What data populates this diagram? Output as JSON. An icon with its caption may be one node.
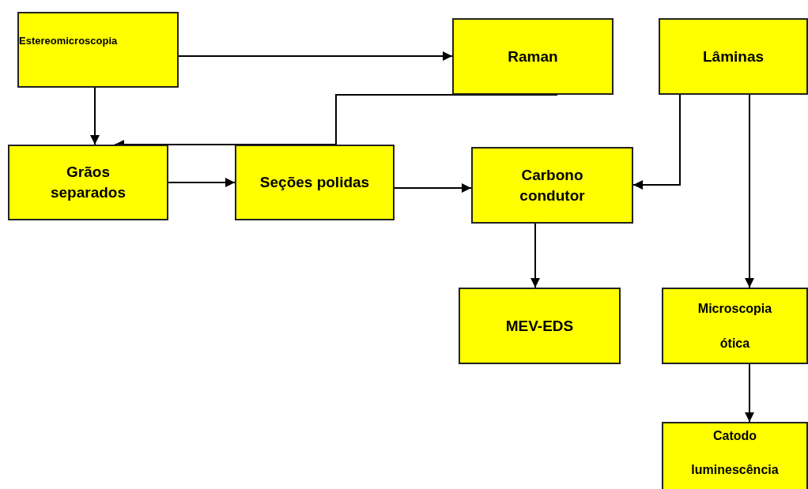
{
  "diagram": {
    "nodes": [
      {
        "text": [
          "Estereomicroscopia"
        ]
      },
      {
        "text": [
          "Raman"
        ]
      },
      {
        "text": [
          "Lâminas"
        ]
      },
      {
        "text": [
          "Grãos separados"
        ]
      },
      {
        "text": [
          "Seções polidas"
        ]
      },
      {
        "text": [
          "Carbono condutor"
        ]
      },
      {
        "text": [
          "MEV-EDS"
        ]
      },
      {
        "text": [
          "Microscopia ótica"
        ]
      },
      {
        "text": [
          "Catodo luminescência"
        ]
      }
    ],
    "edges": [
      {
        "from": 0,
        "to": 1,
        "arrow": "to"
      },
      {
        "from": 0,
        "to": 3,
        "arrow": "to"
      },
      {
        "from": 1,
        "to": 3,
        "arrow": "to"
      },
      {
        "from": 3,
        "to": 4,
        "arrow": "to"
      },
      {
        "from": 4,
        "to": 5,
        "arrow": "to"
      },
      {
        "from": 2,
        "to": 5,
        "arrow": "to"
      },
      {
        "from": 2,
        "to": 7,
        "arrow": "to"
      },
      {
        "from": 5,
        "to": 6,
        "arrow": "to"
      },
      {
        "from": 7,
        "to": 8,
        "arrow": "to"
      }
    ]
  }
}
